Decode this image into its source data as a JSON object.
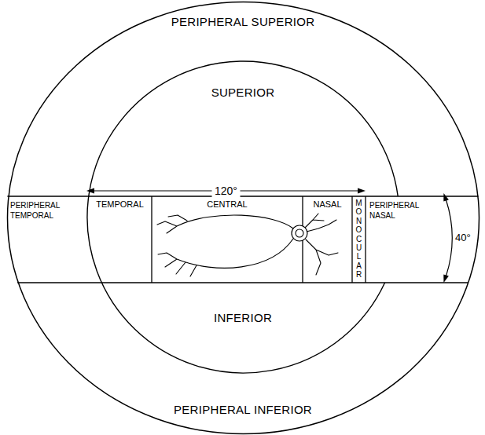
{
  "diagram": {
    "nodes": [
      {
        "text": [
          "PERIPHERAL SUPERIOR",
          "PERIPHERAL INFERIOR"
        ]
      },
      {
        "text": [
          "SUPERIOR",
          "INFERIOR"
        ],
        "in": 0
      },
      {
        "text": [
          "PERIPHERAL TEMPORAL"
        ],
        "in": 0
      },
      {
        "text": [
          "TEMPORAL"
        ],
        "in": 1
      },
      {
        "text": [
          "CENTRAL"
        ],
        "in": 1
      },
      {
        "text": [
          "NASAL"
        ],
        "in": 1
      },
      {
        "text": [
          "MONOCULAR"
        ],
        "in": 1
      },
      {
        "text": [
          "PERIPHERAL NASAL"
        ],
        "in": 0
      }
    ],
    "labels": [
      "120°",
      "40°"
    ]
  }
}
